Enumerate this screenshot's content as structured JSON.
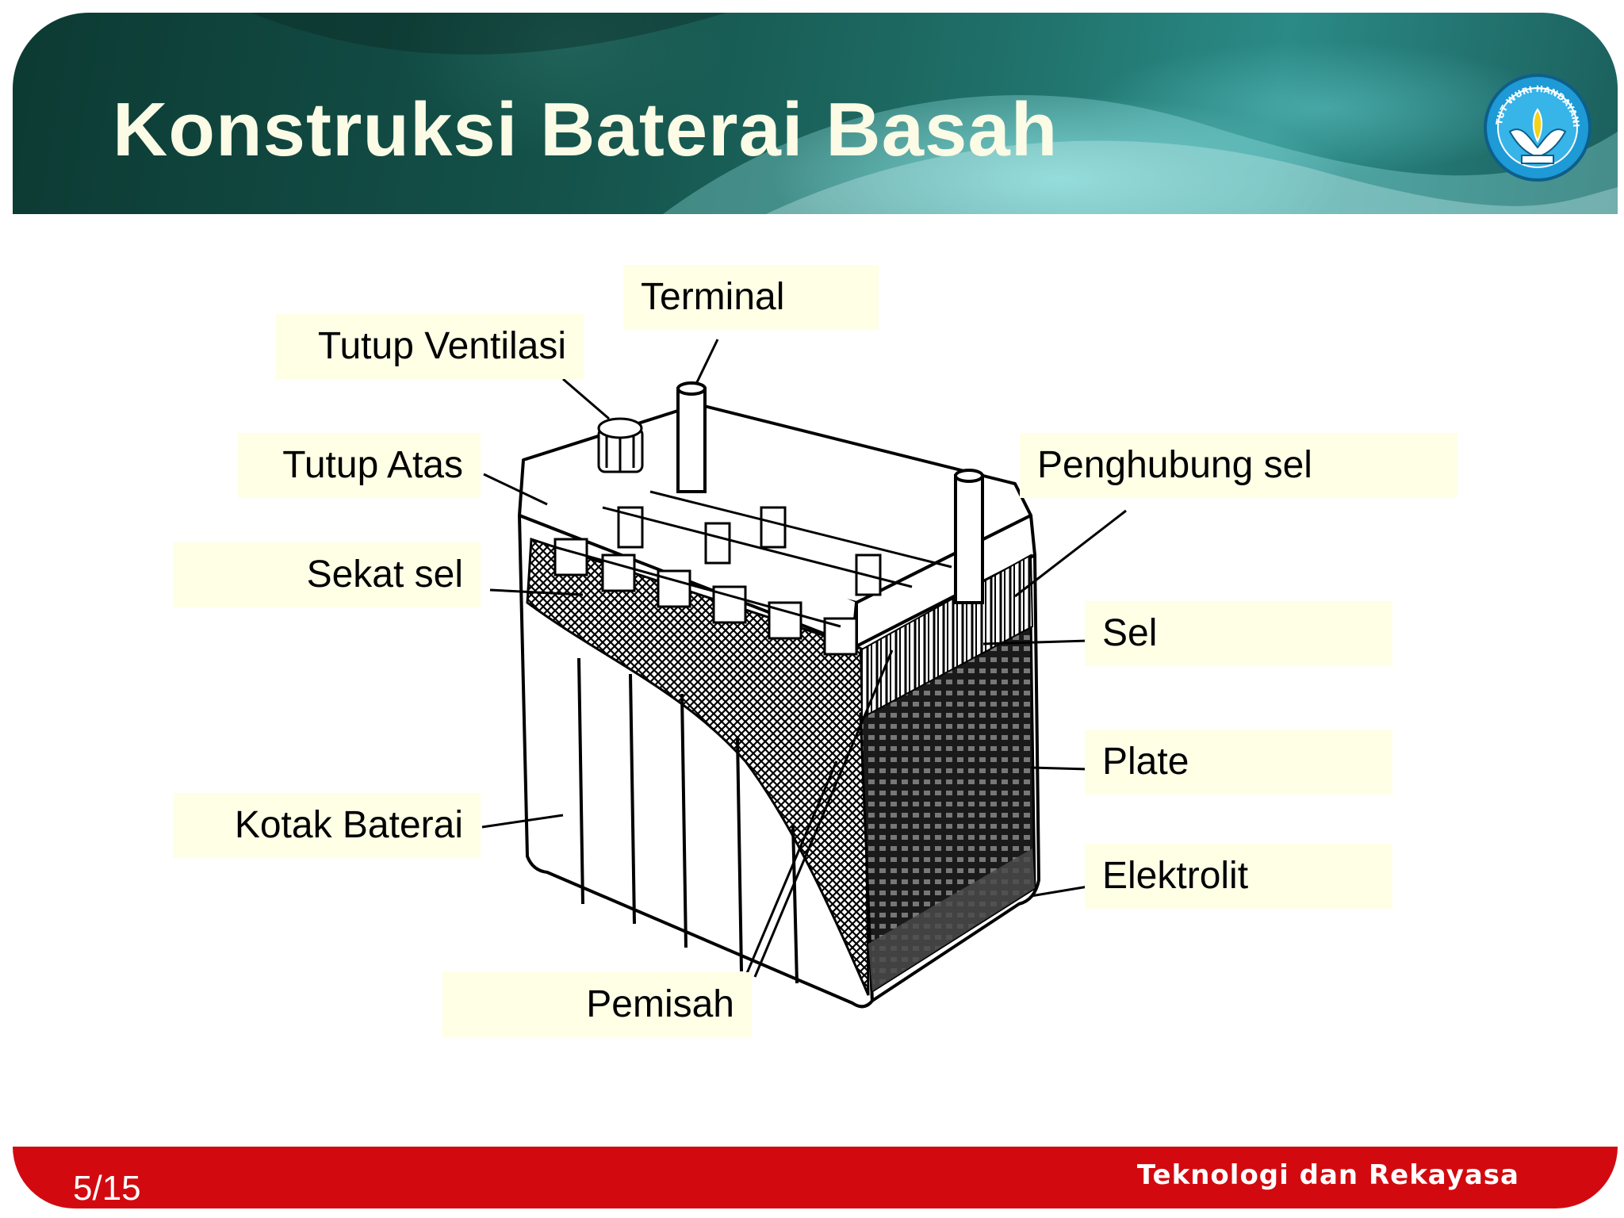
{
  "slide": {
    "title": "Konstruksi Baterai Basah",
    "page_number": "5/15",
    "footer_text": "Teknologi dan Rekayasa",
    "logo_icon": "tut-wuri-handayani-logo",
    "logo_text": "TUT WURI HANDAYANI"
  },
  "diagram": {
    "labels": {
      "terminal": "Terminal",
      "tutup_ventilasi": "Tutup Ventilasi",
      "tutup_atas": "Tutup Atas",
      "sekat_sel": "Sekat sel",
      "kotak_baterai": "Kotak Baterai",
      "pemisah": "Pemisah",
      "penghubung_sel": "Penghubung sel",
      "sel": "Sel",
      "plate": "Plate",
      "elektrolit": "Elektrolit"
    }
  },
  "colors": {
    "header_dark": "#0c3a33",
    "header_light": "#7fd6d6",
    "title_text": "#fbfbe6",
    "label_bg": "#ffffe6",
    "footer_red": "#d20a0f",
    "logo_blue": "#1e9ad6"
  }
}
